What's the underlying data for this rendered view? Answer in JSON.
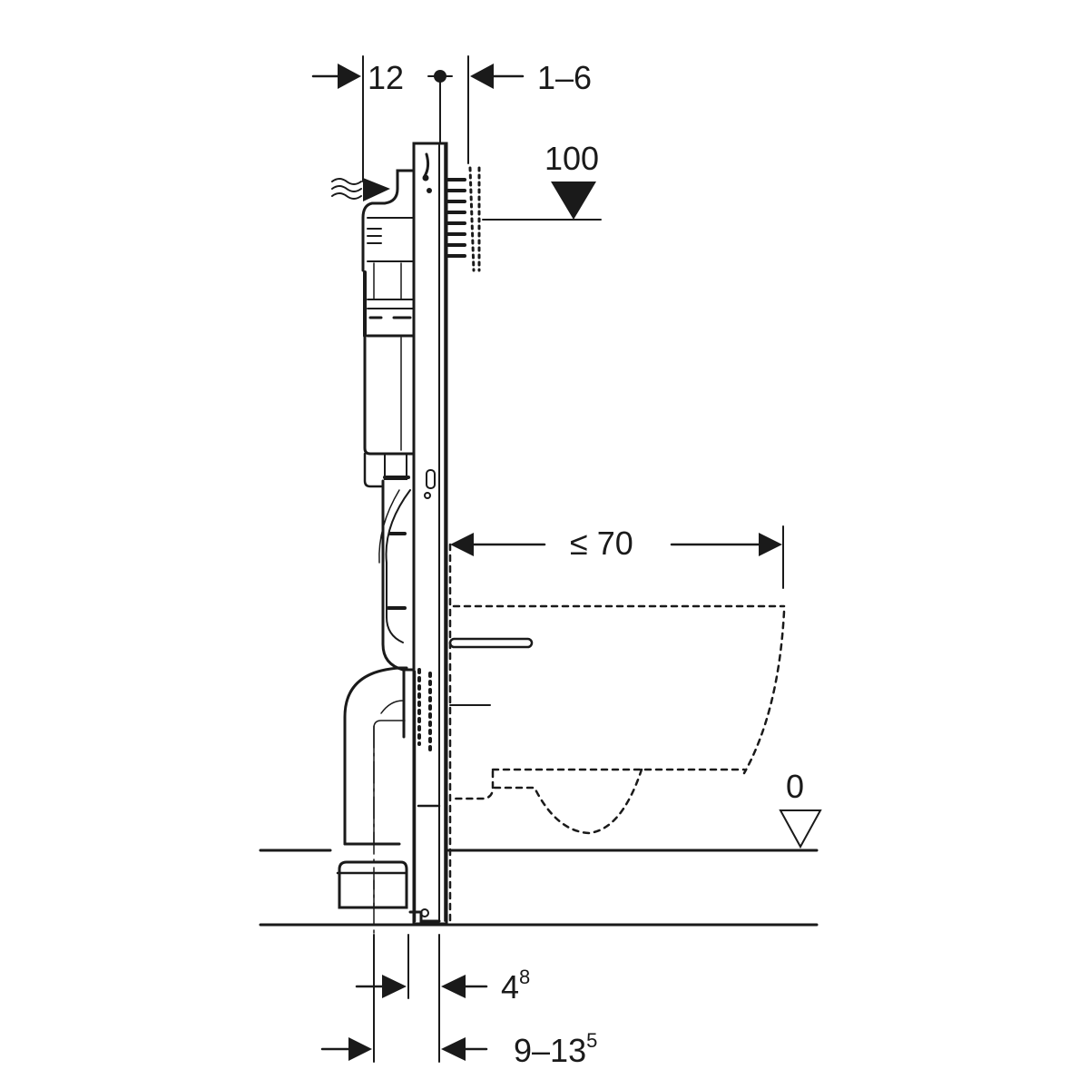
{
  "diagram": {
    "type": "technical-installation-drawing",
    "subject": "concealed WC installation frame, side elevation",
    "colors": {
      "line": "#1a1a1a",
      "background": "#ffffff"
    }
  },
  "dimensions": {
    "top_left": {
      "value": "12"
    },
    "top_right": {
      "value": "1–6"
    },
    "height_mark": {
      "value": "100"
    },
    "projection": {
      "value": "≤ 70"
    },
    "floor_level": {
      "value": "0"
    },
    "bottom_upper": {
      "base": "4",
      "sup": "8"
    },
    "bottom_lower": {
      "base": "9–13",
      "sup": "5"
    }
  }
}
